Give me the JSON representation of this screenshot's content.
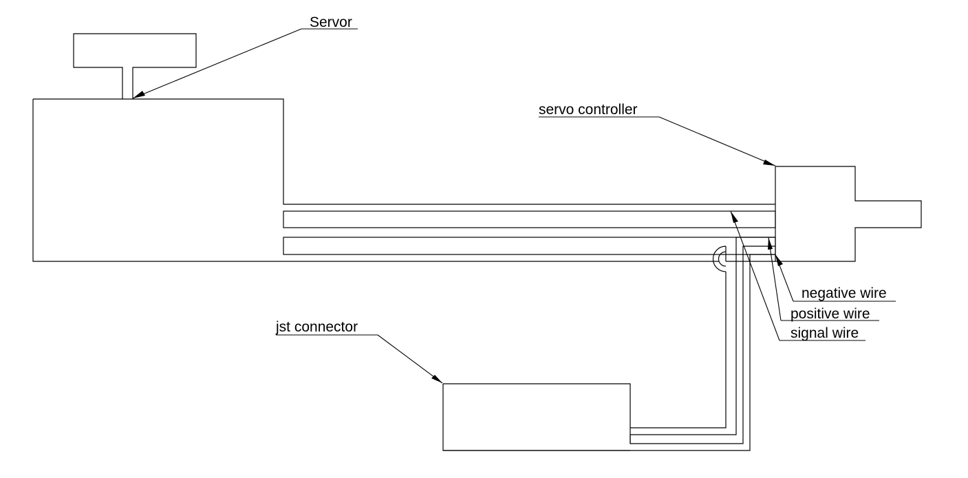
{
  "labels": {
    "servor": "Servor",
    "servo_controller": "servo controller",
    "negative_wire": "negative wire",
    "positive_wire": "positive wire",
    "signal_wire": "signal wire",
    "jst_connector": "jst connector"
  },
  "colors": {
    "stroke": "#000000",
    "background": "#ffffff"
  }
}
